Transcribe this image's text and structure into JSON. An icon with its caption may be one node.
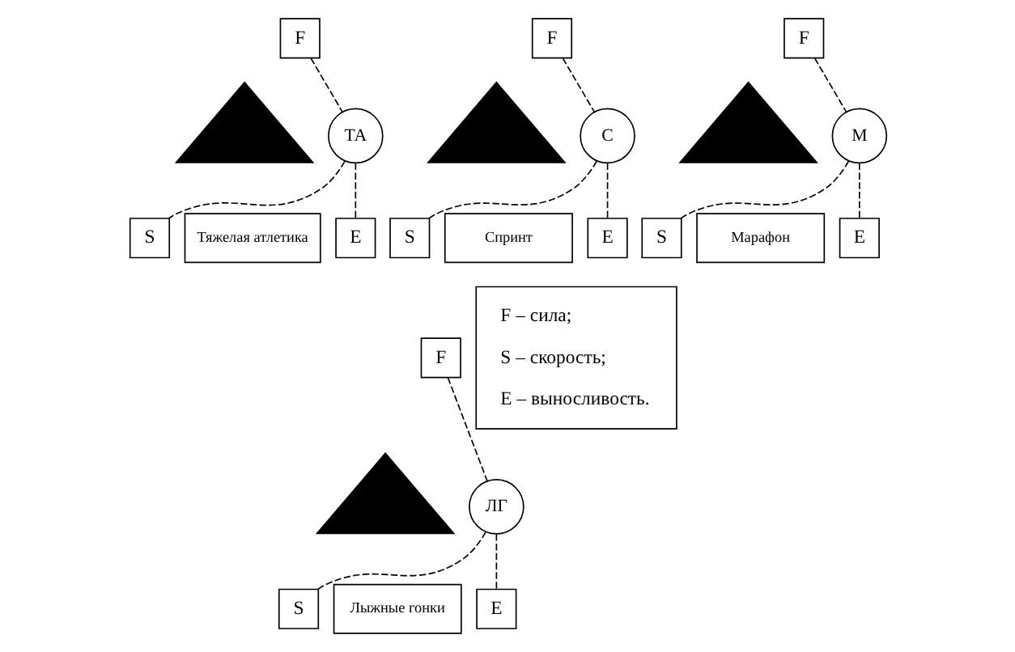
{
  "diagram": {
    "nodes": [
      {
        "text": [
          "F"
        ]
      },
      {
        "text": [],
        "shape": "triangle"
      },
      {
        "text": [
          "ТА"
        ]
      },
      {
        "text": [
          "S"
        ]
      },
      {
        "text": [
          "Тяжелая атлетика"
        ]
      },
      {
        "text": [
          "E"
        ]
      },
      {
        "text": [
          "F"
        ]
      },
      {
        "text": [],
        "shape": "triangle"
      },
      {
        "text": [
          "С"
        ]
      },
      {
        "text": [
          "S"
        ]
      },
      {
        "text": [
          "Спринт"
        ]
      },
      {
        "text": [
          "E"
        ]
      },
      {
        "text": [
          "F"
        ]
      },
      {
        "text": [],
        "shape": "triangle"
      },
      {
        "text": [
          "М"
        ]
      },
      {
        "text": [
          "S"
        ]
      },
      {
        "text": [
          "Марафон"
        ]
      },
      {
        "text": [
          "E"
        ]
      },
      {
        "text": [
          "F"
        ]
      },
      {
        "text": [],
        "shape": "triangle"
      },
      {
        "text": [
          "ЛГ"
        ]
      },
      {
        "text": [
          "S"
        ]
      },
      {
        "text": [
          "Лыжные гонки"
        ]
      },
      {
        "text": [
          "E"
        ]
      },
      {
        "text": [
          "F – сила;",
          "S – скорость;",
          "E – выносливость."
        ]
      }
    ],
    "edges": [
      {
        "from": 2,
        "to": 0,
        "arrow": "none",
        "style": "dashed"
      },
      {
        "from": 2,
        "to": 3,
        "arrow": "none",
        "style": "dashed"
      },
      {
        "from": 2,
        "to": 5,
        "arrow": "none",
        "style": "dashed"
      },
      {
        "from": 8,
        "to": 6,
        "arrow": "none",
        "style": "dashed"
      },
      {
        "from": 8,
        "to": 9,
        "arrow": "none",
        "style": "dashed"
      },
      {
        "from": 8,
        "to": 11,
        "arrow": "none",
        "style": "dashed"
      },
      {
        "from": 14,
        "to": 12,
        "arrow": "none",
        "style": "dashed"
      },
      {
        "from": 14,
        "to": 15,
        "arrow": "none",
        "style": "dashed"
      },
      {
        "from": 14,
        "to": 17,
        "arrow": "none",
        "style": "dashed"
      },
      {
        "from": 20,
        "to": 18,
        "arrow": "none",
        "style": "dashed"
      },
      {
        "from": 20,
        "to": 21,
        "arrow": "none",
        "style": "dashed"
      },
      {
        "from": 20,
        "to": 23,
        "arrow": "none",
        "style": "dashed"
      }
    ]
  }
}
